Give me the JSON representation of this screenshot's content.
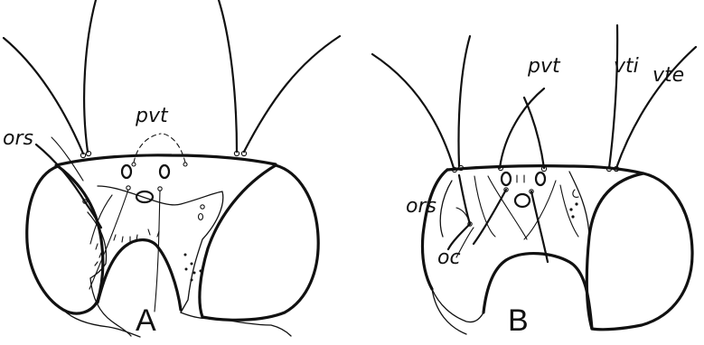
{
  "panel_a": {
    "letter": "A",
    "labels": {
      "ors": "ors",
      "pvt": "pvt"
    }
  },
  "panel_b": {
    "letter": "B",
    "labels": {
      "ors": "ors",
      "oc": "oc",
      "pvt": "pvt",
      "vti": "vti",
      "vte": "vte"
    }
  }
}
